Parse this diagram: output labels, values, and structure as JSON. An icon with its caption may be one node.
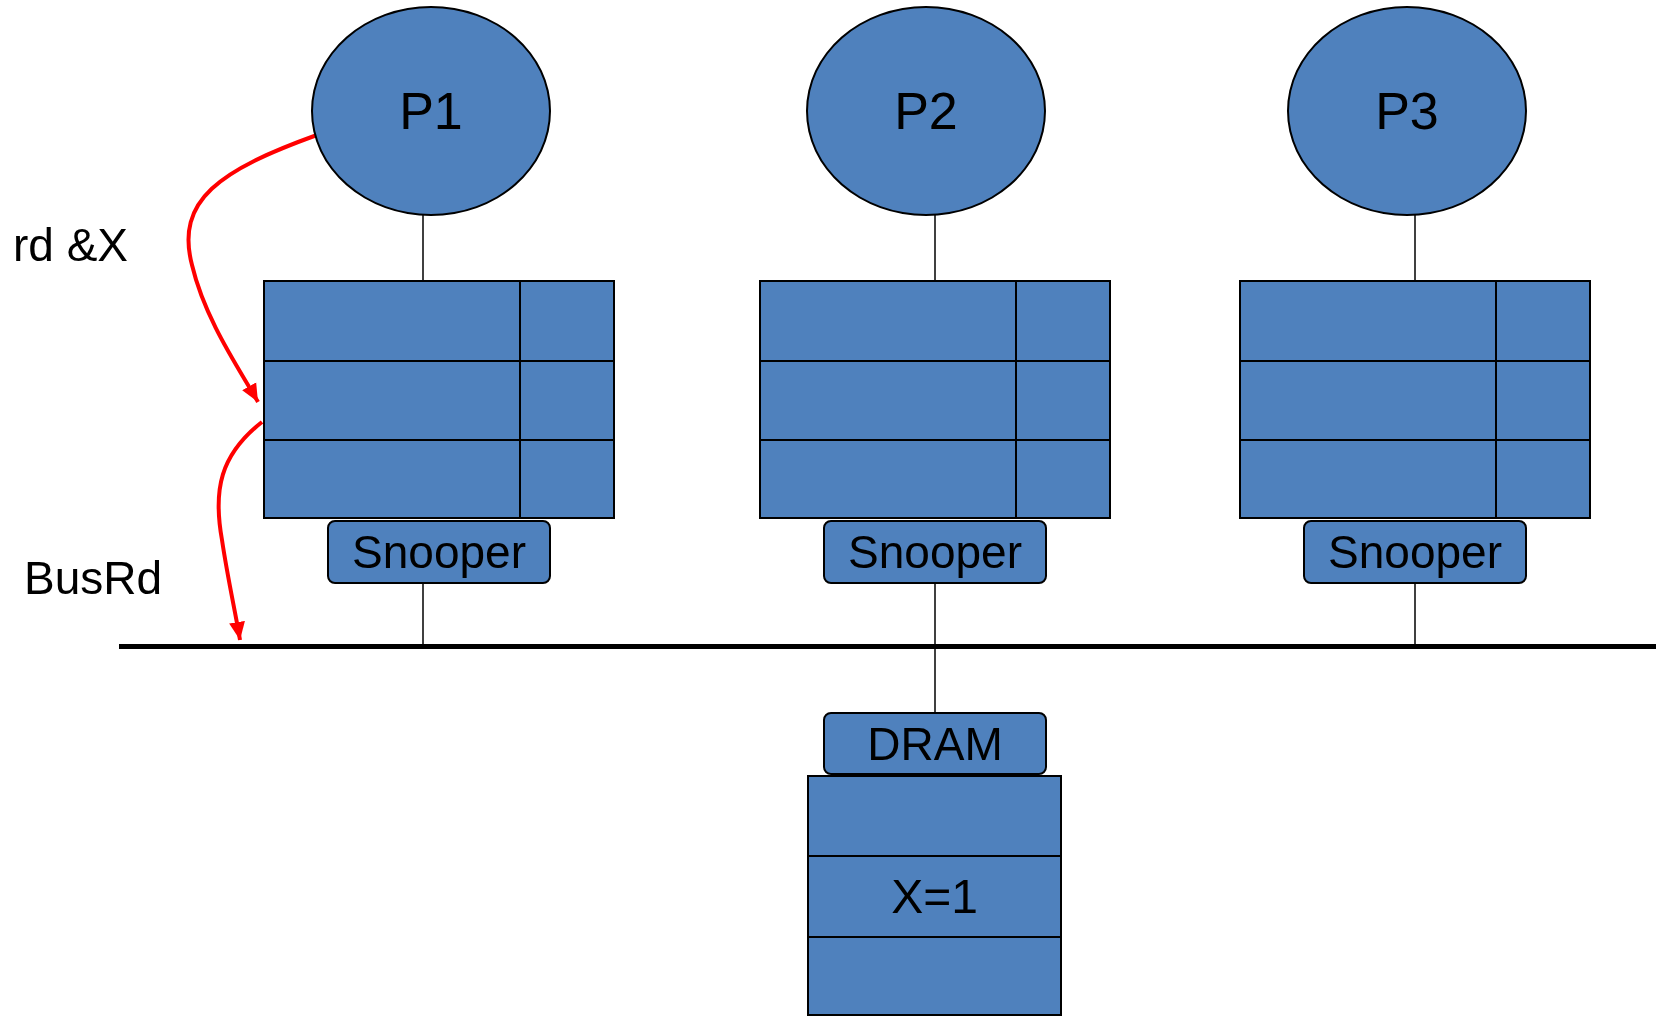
{
  "diagram": {
    "nodes": [
      {
        "text": [
          "P1"
        ]
      },
      {
        "text": [
          "P2"
        ]
      },
      {
        "text": [
          "P3"
        ]
      },
      {
        "text": [],
        "shape": "box"
      },
      {
        "text": [],
        "shape": "box"
      },
      {
        "text": [],
        "shape": "box"
      },
      {
        "text": [
          "Snooper"
        ]
      },
      {
        "text": [
          "Snooper"
        ]
      },
      {
        "text": [
          "Snooper"
        ]
      },
      {
        "text": [],
        "shape": "bar"
      },
      {
        "text": [
          "DRAM"
        ]
      },
      {
        "text": [
          "X=1"
        ]
      }
    ],
    "edges": [
      {
        "from": 0,
        "to": 3,
        "arrow": "none"
      },
      {
        "from": 1,
        "to": 4,
        "arrow": "none"
      },
      {
        "from": 2,
        "to": 5,
        "arrow": "none"
      },
      {
        "from": 6,
        "to": 9,
        "arrow": "none"
      },
      {
        "from": 7,
        "to": 9,
        "arrow": "none"
      },
      {
        "from": 8,
        "to": 9,
        "arrow": "none"
      },
      {
        "from": 9,
        "to": 10,
        "arrow": "none"
      },
      {
        "from": 0,
        "to": 3,
        "arrow": "to",
        "style": "thick",
        "color": "#ff0000"
      },
      {
        "from": 3,
        "to": 9,
        "arrow": "to",
        "style": "thick",
        "color": "#ff0000"
      }
    ],
    "labels": [
      "rd &X",
      "BusRd"
    ]
  }
}
